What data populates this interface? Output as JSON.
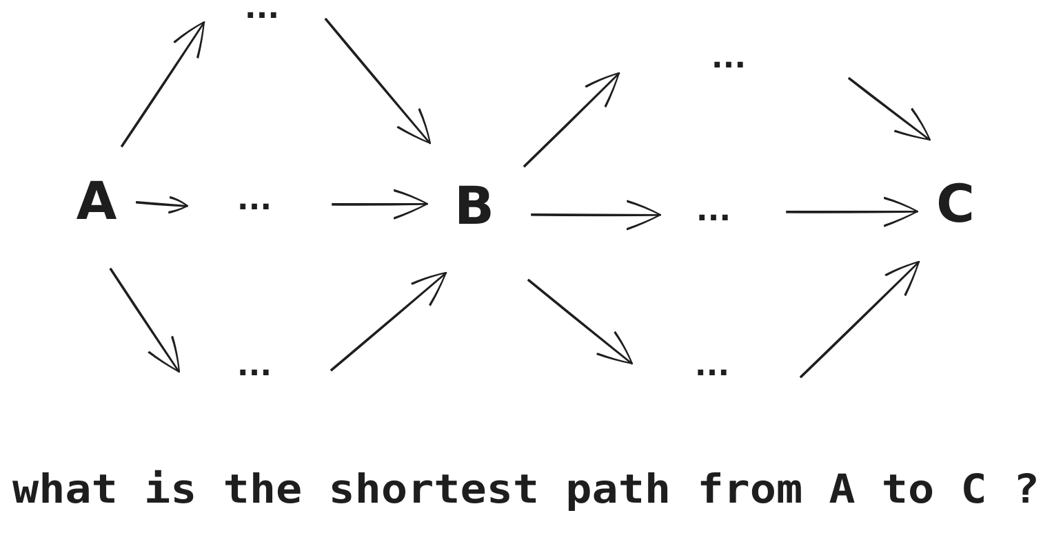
{
  "nodes": {
    "a": "A",
    "b": "B",
    "c": "C",
    "upper_left": "...",
    "middle_left": "...",
    "lower_left": "...",
    "upper_right": "...",
    "middle_right": "...",
    "lower_right": "..."
  },
  "edges": [
    {
      "from": "A",
      "to": "upper_left"
    },
    {
      "from": "A",
      "to": "middle_left"
    },
    {
      "from": "A",
      "to": "lower_left"
    },
    {
      "from": "upper_left",
      "to": "B"
    },
    {
      "from": "middle_left",
      "to": "B"
    },
    {
      "from": "lower_left",
      "to": "B"
    },
    {
      "from": "B",
      "to": "upper_right"
    },
    {
      "from": "B",
      "to": "middle_right"
    },
    {
      "from": "B",
      "to": "lower_right"
    },
    {
      "from": "upper_right",
      "to": "C"
    },
    {
      "from": "middle_right",
      "to": "C"
    },
    {
      "from": "lower_right",
      "to": "C"
    }
  ],
  "question": "what is the shortest path from A to C ?",
  "colors": {
    "ink": "#1e1e1e",
    "background": "#ffffff"
  }
}
